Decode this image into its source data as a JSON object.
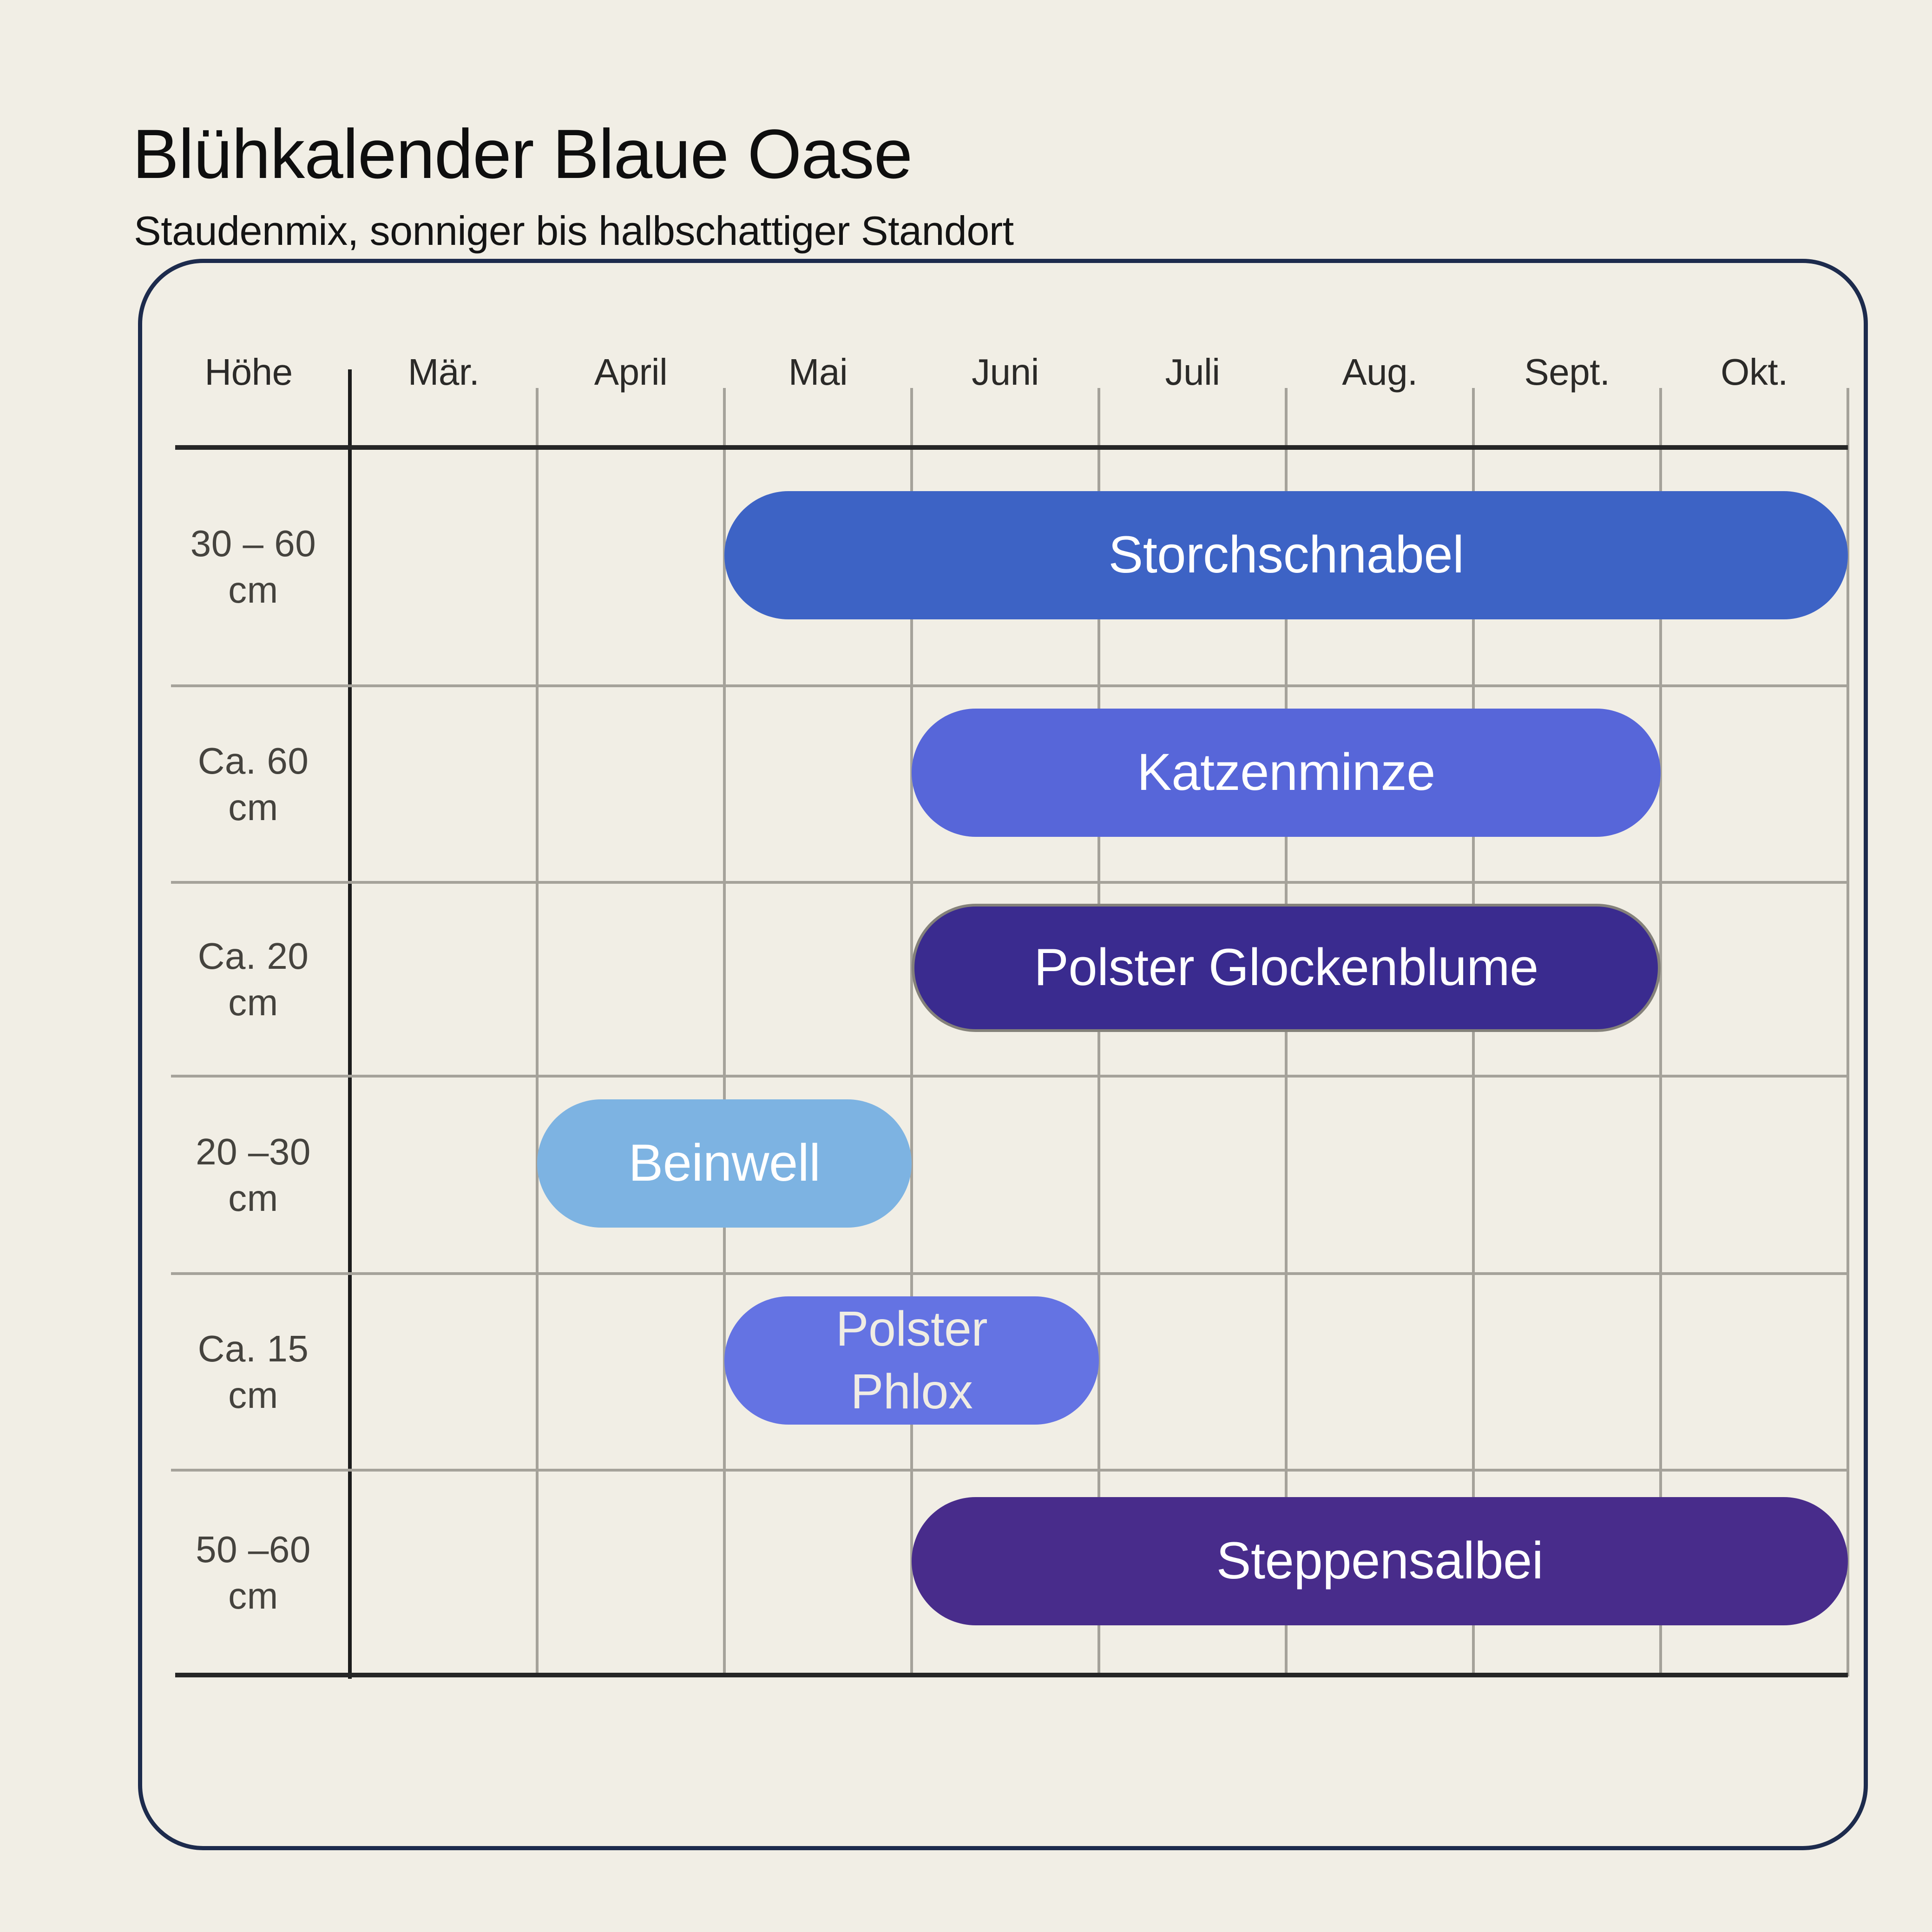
{
  "title": "Blühkalender Blaue Oase",
  "subtitle": "Staudenmix, sonniger bis halbschattiger Standort",
  "header": {
    "height_column_label": "Höhe",
    "months": [
      "Mär.",
      "April",
      "Mai",
      "Juni",
      "Juli",
      "Aug.",
      "Sept.",
      "Okt."
    ]
  },
  "colors": {
    "page_background": "#f1eee5",
    "frame_border": "#1d2b4d",
    "axis_dark": "#262626",
    "height_separator": "#1c1c1c",
    "grid_gray": "#a5a29a",
    "label_text": "#45433e",
    "bar_text": "#ffffff"
  },
  "chart_data": {
    "type": "bar",
    "subtype": "gantt-bloom-calendar",
    "title": "Blühkalender Blaue Oase",
    "xlabel": "",
    "ylabel": "Höhe",
    "x_ticks": [
      "Mär.",
      "April",
      "Mai",
      "Juni",
      "Juli",
      "Aug.",
      "Sept.",
      "Okt."
    ],
    "x_range_months": [
      "März",
      "Oktober"
    ],
    "grid": true,
    "legend": false,
    "rows": [
      {
        "height_label": "30 – 60\ncm",
        "plant": "Storchschnabel",
        "bloom_start": "Mai",
        "bloom_end": "Okt.",
        "start_index": 2,
        "end_index": 8,
        "color": "#3d63c5",
        "stroke": null,
        "text_color": "#ffffff",
        "label_lines": [
          "Storchschnabel"
        ]
      },
      {
        "height_label": "Ca. 60\ncm",
        "plant": "Katzenminze",
        "bloom_start": "Juni",
        "bloom_end": "Sept.",
        "start_index": 3,
        "end_index": 7,
        "color": "#5766d9",
        "stroke": null,
        "text_color": "#ffffff",
        "label_lines": [
          "Katzenminze"
        ]
      },
      {
        "height_label": "Ca. 20\ncm",
        "plant": "Polster Glockenblume",
        "bloom_start": "Juni",
        "bloom_end": "Sept.",
        "start_index": 3,
        "end_index": 7,
        "color": "#3a2b8f",
        "stroke": "#84817a",
        "text_color": "#ffffff",
        "label_lines": [
          "Polster Glockenblume"
        ]
      },
      {
        "height_label": "20 –30\ncm",
        "plant": "Beinwell",
        "bloom_start": "April",
        "bloom_end": "Mai",
        "start_index": 1,
        "end_index": 3,
        "color": "#7db3e2",
        "stroke": null,
        "text_color": "#ffffff",
        "label_lines": [
          "Beinwell"
        ]
      },
      {
        "height_label": "Ca. 15\ncm",
        "plant": "Polster Phlox",
        "bloom_start": "Mai",
        "bloom_end": "Juni",
        "start_index": 2,
        "end_index": 4,
        "color": "#6473e3",
        "stroke": null,
        "text_color": "#f0ede3",
        "label_lines": [
          "Polster",
          "Phlox"
        ]
      },
      {
        "height_label": "50 –60\ncm",
        "plant": "Steppensalbei",
        "bloom_start": "Juni",
        "bloom_end": "Okt.",
        "start_index": 3,
        "end_index": 8,
        "color": "#482c8b",
        "stroke": null,
        "text_color": "#ffffff",
        "label_lines": [
          "Steppensalbei"
        ]
      }
    ]
  }
}
